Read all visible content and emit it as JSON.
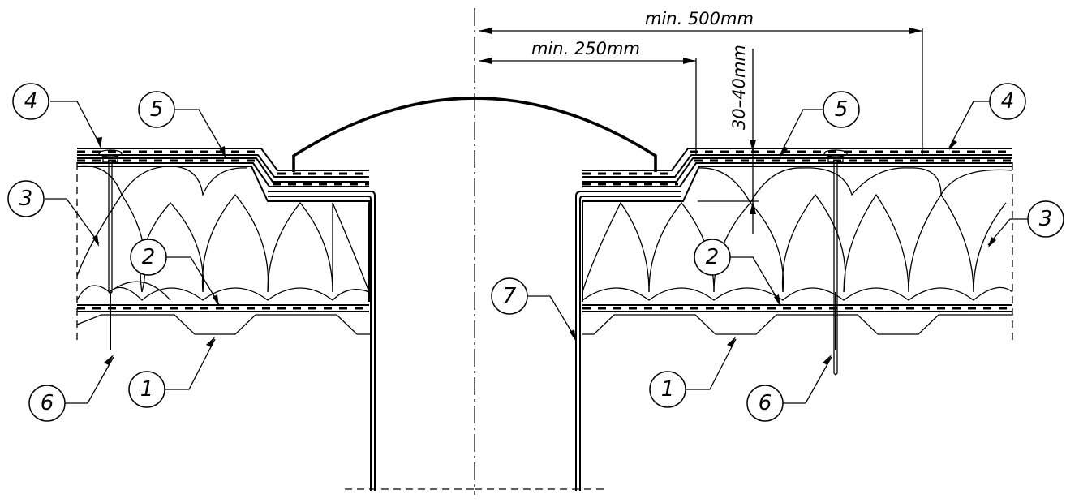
{
  "dimensions": {
    "outer_width": "min. 500mm",
    "inner_width": "min. 250mm",
    "height": "30–40mm"
  },
  "callouts": {
    "c4_left": "4",
    "c5_left": "5",
    "c3_left": "3",
    "c2_left": "2",
    "c6_left": "6",
    "c1_left": "1",
    "c5_right": "5",
    "c4_right": "4",
    "c3_right": "3",
    "c2_right": "2",
    "c7": "7",
    "c1_right": "1",
    "c6_right": "6"
  }
}
